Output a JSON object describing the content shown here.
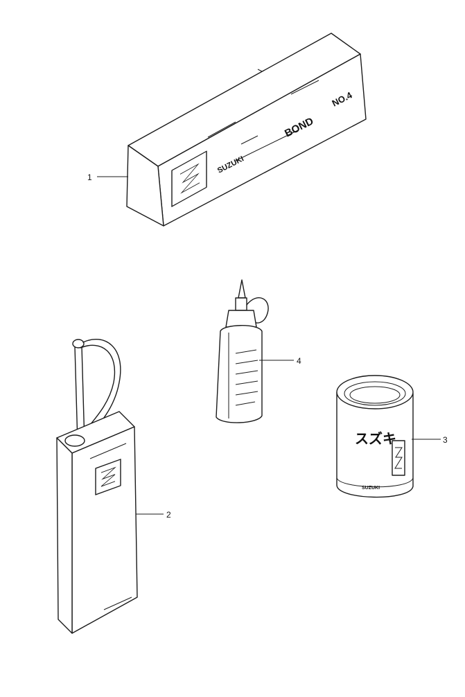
{
  "diagram": {
    "callouts": [
      {
        "id": "1",
        "label": "1"
      },
      {
        "id": "2",
        "label": "2"
      },
      {
        "id": "3",
        "label": "3"
      },
      {
        "id": "4",
        "label": "4"
      }
    ],
    "box": {
      "brand": "SUZUKI",
      "product": "BOND",
      "number": "NO.4"
    },
    "can": {
      "katakana": "スズキ",
      "brand": "SUZUKI"
    }
  }
}
